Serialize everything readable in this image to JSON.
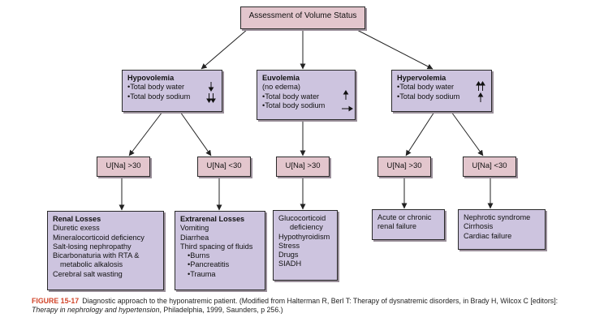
{
  "root": {
    "label": "Assessment of Volume Status"
  },
  "categories": [
    {
      "title": "Hypovolemia",
      "lines": [
        "Total body water",
        "Total body sodium"
      ]
    },
    {
      "title": "Euvolemia",
      "subtitle": "(no edema)",
      "lines": [
        "Total body water",
        "Total body sodium"
      ]
    },
    {
      "title": "Hypervolemia",
      "lines": [
        "Total body water",
        "Total body sodium"
      ]
    }
  ],
  "urine_sodium": [
    "U[Na] >30",
    "U[Na] <30",
    "U[Na] >30",
    "U[Na] >30",
    "U[Na] <30"
  ],
  "causes": {
    "renal": {
      "title": "Renal Losses",
      "items": [
        "Diuretic exess",
        "Mineralocorticoid deficiency",
        "Salt-losing nephropathy",
        "Bicarbonaturia with RTA &",
        "metabolic alkalosis",
        "Cerebral salt wasting"
      ]
    },
    "extrarenal": {
      "title": "Extrarenal Losses",
      "items": [
        "Vomiting",
        "Diarrhea",
        "Third spacing of fluids"
      ],
      "subitems": [
        "Burns",
        "Pancreatitis",
        "Trauma"
      ]
    },
    "euvolemia": {
      "items": [
        "Glucocorticoid",
        "deficiency",
        "Hypothyroidism",
        "Stress",
        "Drugs",
        "SIADH"
      ]
    },
    "hyper_high": {
      "items": [
        "Acute or chronic",
        "renal failure"
      ]
    },
    "hyper_low": {
      "items": [
        "Nephrotic syndrome",
        "Cirrhosis",
        "Cardiac failure"
      ]
    }
  },
  "caption": {
    "figure": "FIGURE 15-17",
    "text_1": "Diagnostic approach to the hyponatremic patient. (Modified from Halterman R, Berl T: Therapy of dysnatremic disorders, in Brady H, Wilcox C [editors]: ",
    "book_title": "Therapy in nephrology and hypertension",
    "text_2": ", Philadelphia, 1999, Saunders, p 256.)"
  },
  "colors": {
    "node_pink": "#e3c6cd",
    "node_lavender": "#cdc4df",
    "caption_accent": "#d1452a"
  }
}
